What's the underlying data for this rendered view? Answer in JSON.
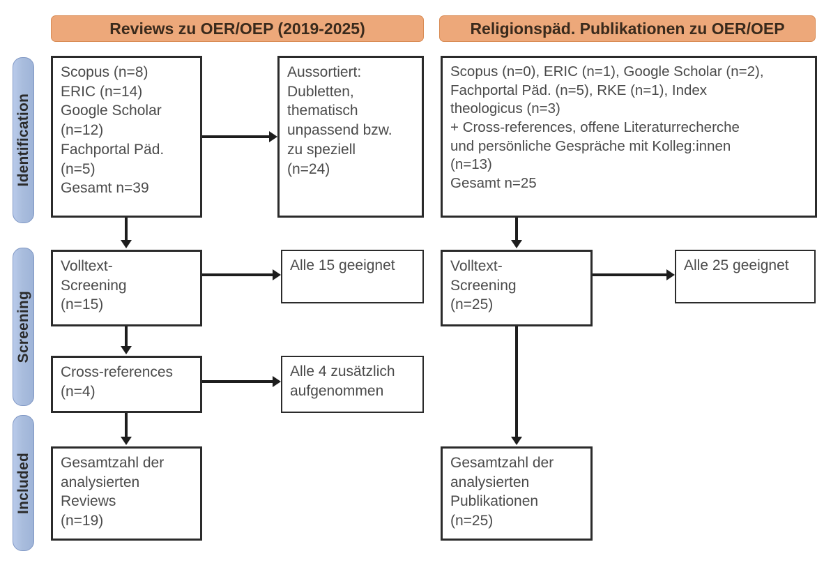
{
  "columns": {
    "left": {
      "header": "Reviews zu OER/OEP (2019-2025)",
      "identification_box": "Scopus (n=8)\nERIC (n=14)\nGoogle Scholar\n(n=12)\nFachportal Päd.\n(n=5)\nGesamt n=39",
      "excluded_box": "Aussortiert:\nDubletten,\nthematisch\nunpassend bzw.\nzu speziell\n(n=24)",
      "screening_box": "Volltext-\nScreening\n(n=15)",
      "screening_result_box": "Alle 15 geeignet",
      "crossref_box": "Cross-references\n(n=4)",
      "crossref_result_box": "Alle 4 zusätzlich\naufgenommen",
      "included_box": "Gesamtzahl der\nanalysierten\nReviews\n(n=19)"
    },
    "right": {
      "header": "Religionspäd. Publikationen zu OER/OEP",
      "identification_box": "Scopus (n=0), ERIC (n=1), Google Scholar (n=2),\nFachportal Päd. (n=5), RKE (n=1), Index\ntheologicus (n=3)\n+ Cross-references, offene Literaturrecherche\nund persönliche Gespräche mit Kolleg:innen\n(n=13)\nGesamt n=25",
      "screening_box": "Volltext-\nScreening\n(n=25)",
      "screening_result_box": "Alle 25 geeignet",
      "included_box": "Gesamtzahl der\nanalysierten\nPublikationen\n(n=25)"
    }
  },
  "stages": {
    "identification": "Identification",
    "screening": "Screening",
    "included": "Included"
  },
  "colors": {
    "stage_fill": "#a9bddd",
    "stage_border": "#7f97c4",
    "header_fill": "#eda87a",
    "header_border": "#d98c55",
    "box_border": "#2b2b2b",
    "text": "#4a4a4a",
    "connector": "#1d1d1d"
  },
  "chart_data": {
    "type": "diagram",
    "title": "PRISMA-style literature selection flow",
    "streams": [
      {
        "name": "Reviews zu OER/OEP (2019-2025)",
        "sources": [
          {
            "label": "Scopus",
            "n": 8
          },
          {
            "label": "ERIC",
            "n": 14
          },
          {
            "label": "Google Scholar",
            "n": 12
          },
          {
            "label": "Fachportal Päd.",
            "n": 5
          }
        ],
        "total_identified": 39,
        "excluded": {
          "reason": "Dubletten, thematisch unpassend bzw. zu speziell",
          "n": 24
        },
        "fulltext_screened": 15,
        "fulltext_eligible": 15,
        "cross_references": 4,
        "cross_references_added": 4,
        "included": 19
      },
      {
        "name": "Religionspäd. Publikationen zu OER/OEP",
        "sources": [
          {
            "label": "Scopus",
            "n": 0
          },
          {
            "label": "ERIC",
            "n": 1
          },
          {
            "label": "Google Scholar",
            "n": 2
          },
          {
            "label": "Fachportal Päd.",
            "n": 5
          },
          {
            "label": "RKE",
            "n": 1
          },
          {
            "label": "Index theologicus",
            "n": 3
          },
          {
            "label": "Cross-references, offene Literaturrecherche und persönliche Gespräche mit Kolleg:innen",
            "n": 13
          }
        ],
        "total_identified": 25,
        "fulltext_screened": 25,
        "fulltext_eligible": 25,
        "included": 25
      }
    ],
    "stages": [
      "Identification",
      "Screening",
      "Included"
    ]
  }
}
